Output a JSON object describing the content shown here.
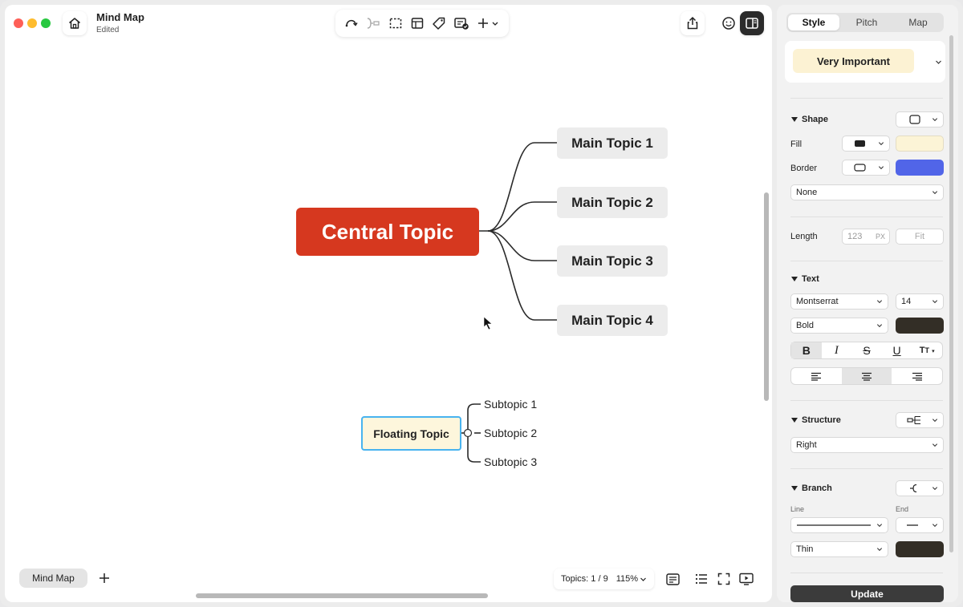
{
  "window": {
    "title": "Mind Map",
    "subtitle": "Edited",
    "traffic_colors": [
      "#fe5f57",
      "#febc2e",
      "#28c840"
    ]
  },
  "toolbar": {
    "icons": [
      "relationship-icon",
      "boundary-icon",
      "select-icon",
      "summary-icon",
      "tag-icon",
      "task-icon",
      "insert-icon"
    ]
  },
  "map": {
    "central_topic": "Central Topic",
    "main_topics": [
      "Main Topic 1",
      "Main Topic 2",
      "Main Topic 3",
      "Main Topic 4"
    ],
    "floating_topic": "Floating Topic",
    "subtopics": [
      "Subtopic 1",
      "Subtopic 2",
      "Subtopic 3"
    ],
    "colors": {
      "central": "#d6381f",
      "main": "#ececec",
      "floating_fill": "#fdf6dc",
      "floating_border": "#48b3ef"
    }
  },
  "bottom": {
    "sheet_tab": "Mind Map",
    "topics_label": "Topics: 1 / 9",
    "zoom": "115%"
  },
  "panel": {
    "tabs": [
      "Style",
      "Pitch",
      "Map"
    ],
    "active_tab": "Style",
    "style_preset": "Very Important",
    "shape": {
      "title": "Shape",
      "fill_label": "Fill",
      "fill_color": "#fcf4d6",
      "border_label": "Border",
      "border_color": "#5165e8",
      "border_pattern": "None",
      "length_label": "Length",
      "length_placeholder": "123",
      "length_unit": "PX",
      "length_fit": "Fit"
    },
    "text": {
      "title": "Text",
      "font": "Montserrat",
      "size": "14",
      "weight": "Bold",
      "color": "#332e26"
    },
    "structure": {
      "title": "Structure",
      "value": "Right"
    },
    "branch": {
      "title": "Branch",
      "line_label": "Line",
      "end_label": "End",
      "thickness": "Thin",
      "color": "#332e26"
    },
    "update_label": "Update"
  }
}
